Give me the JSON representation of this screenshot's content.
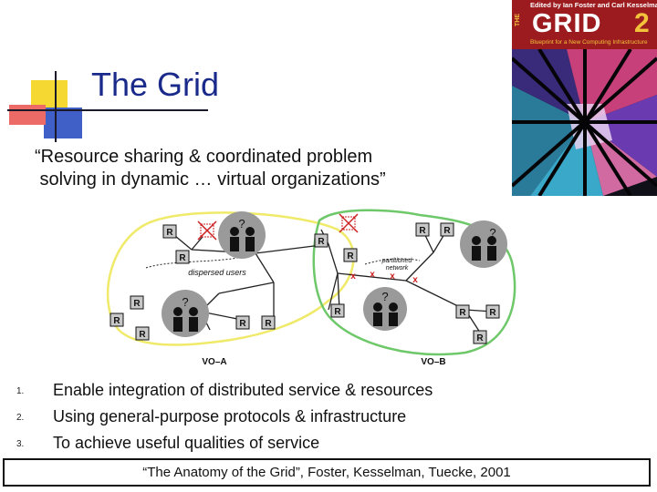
{
  "slide": {
    "title": "The Grid",
    "quote_line1": "“Resource sharing & coordinated problem",
    "quote_line2": " solving in dynamic … virtual organizations”",
    "list": [
      {
        "num": "1.",
        "text": "Enable integration of distributed service & resources"
      },
      {
        "num": "2.",
        "text": "Using general-purpose protocols & infrastructure"
      },
      {
        "num": "3.",
        "text": "To achieve useful qualities of service"
      }
    ],
    "citation": "“The Anatomy of the Grid”, Foster, Kesselman, Tuecke, 2001",
    "accent_title": "#1a2a8a"
  },
  "book": {
    "editors": "Edited by Ian Foster and Carl Kesselman",
    "the": "THE",
    "grid": "GRID",
    "two": "2",
    "subtitle": "Blueprint for a New Computing Infrastructure"
  },
  "diagram": {
    "r": "R",
    "q": "?",
    "dispersed": "dispersed users",
    "partitioned_line1": "partitioned",
    "partitioned_line2": "network",
    "vo_a": "VO–A",
    "vo_b": "VO–B",
    "vo_a_color": "#f0ea6a",
    "vo_b_color": "#6ec86a"
  }
}
